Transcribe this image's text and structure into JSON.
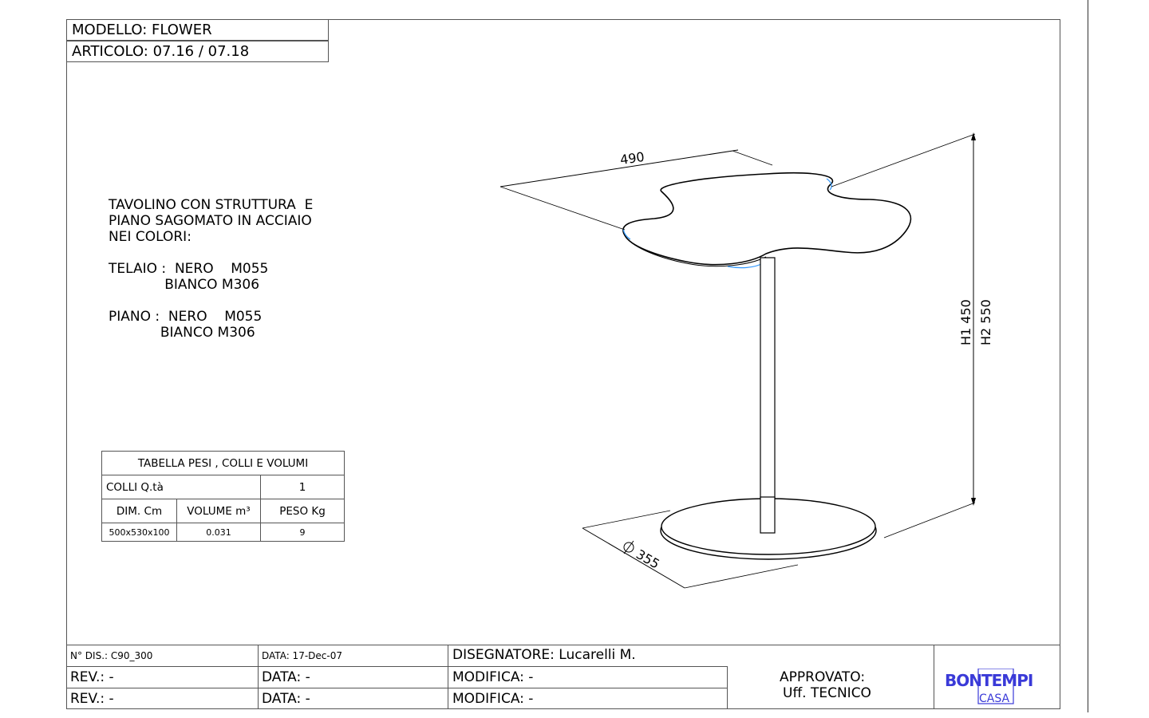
{
  "header": {
    "modello": "MODELLO: FLOWER",
    "articolo": "ARTICOLO: 07.16 / 07.18"
  },
  "description": {
    "line1": "TAVOLINO CON STRUTTURA  E",
    "line2": "PIANO SAGOMATO IN ACCIAIO",
    "line3": "NEI COLORI:",
    "telaio1": "TELAIO :  NERO    M055",
    "telaio2": "             BIANCO M306",
    "piano1": "PIANO :  NERO    M055",
    "piano2": "            BIANCO M306"
  },
  "weights_table": {
    "title": "TABELLA PESI , COLLI E VOLUMI",
    "colli_label": "COLLI  Q.tà",
    "colli_value": "1",
    "col_dim": "DIM. Cm",
    "col_volume": "VOLUME m³",
    "col_peso": "PESO Kg",
    "dim_value": "500x530x100",
    "volume_value": "0.031",
    "peso_value": "9"
  },
  "dimensions": {
    "width": "490",
    "heights": "H1  450",
    "heights2": "H2  550",
    "base_diameter": "355",
    "diameter_symbol": "Ø"
  },
  "title_block": {
    "n_dis": "N° DIS.: C90_300",
    "data": "DATA: 17-Dec-07",
    "disegnatore": "DISEGNATORE: Lucarelli M.",
    "rev1": "REV.: -",
    "data1": "DATA: -",
    "modifica1": "MODIFICA: -",
    "rev2": "REV.: -",
    "data2": "DATA: -",
    "modifica2": "MODIFICA: -",
    "approvato": "APPROVATO:",
    "ufficio": "Uff. TECNICO"
  },
  "logo": {
    "brand": "BONTEMPI",
    "sub": "CASA",
    "color": "#3a3ad8"
  }
}
